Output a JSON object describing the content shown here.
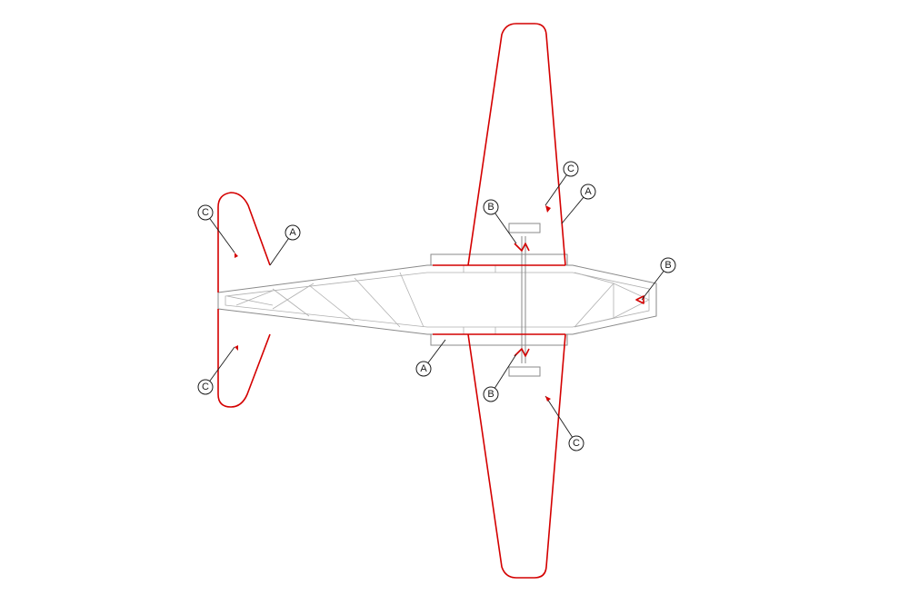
{
  "colors": {
    "highlight": "#d40000",
    "frame": "#8a8a8a",
    "ink": "#1a1a1a"
  },
  "callouts": [
    {
      "label": "A"
    },
    {
      "label": "A"
    },
    {
      "label": "A"
    },
    {
      "label": "B"
    },
    {
      "label": "B"
    },
    {
      "label": "B"
    },
    {
      "label": "C"
    },
    {
      "label": "C"
    },
    {
      "label": "C"
    },
    {
      "label": "C"
    }
  ]
}
